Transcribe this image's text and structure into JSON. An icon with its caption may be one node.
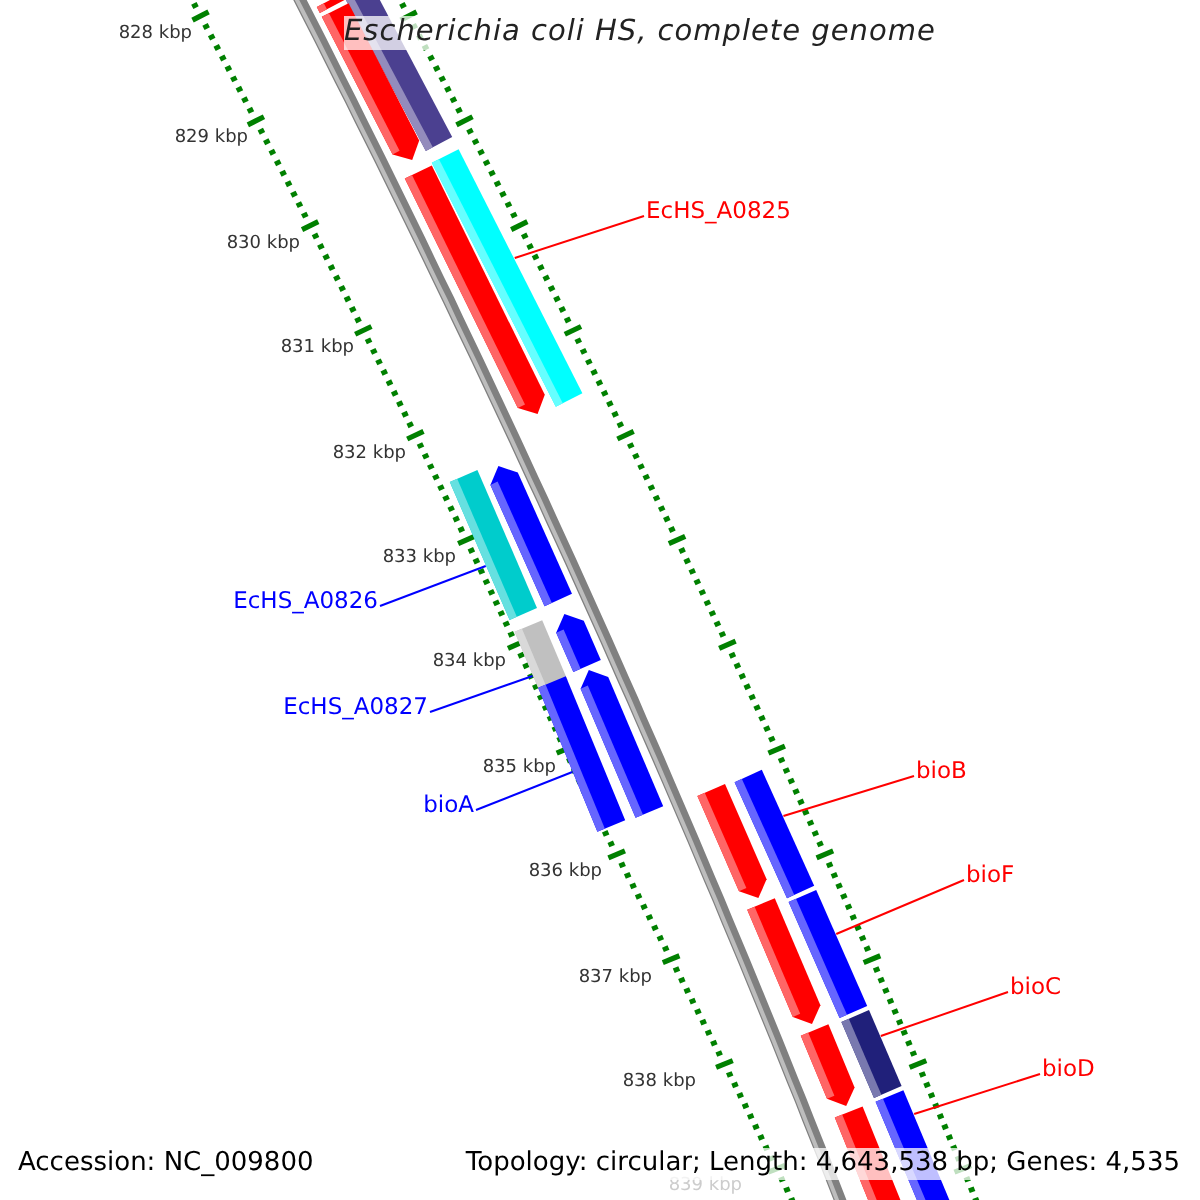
{
  "diagram": {
    "title": "Escherichia coli HS, complete genome",
    "nodes": [
      {
        "text": [],
        "shape": "bar"
      },
      {
        "text": [],
        "shape": "bar"
      },
      {
        "text": [],
        "shape": "bar"
      },
      {
        "text": [],
        "shape": "bar"
      },
      {
        "text": [],
        "shape": "bar"
      },
      {
        "text": [],
        "shape": "bar"
      },
      {
        "text": [],
        "shape": "bar"
      },
      {
        "text": [],
        "shape": "bar"
      },
      {
        "text": [],
        "shape": "bar"
      },
      {
        "text": [],
        "shape": "bar"
      },
      {
        "text": [],
        "shape": "bar"
      },
      {
        "text": [],
        "shape": "bar"
      },
      {
        "text": [],
        "shape": "bar"
      },
      {
        "text": [],
        "shape": "bar"
      },
      {
        "text": [],
        "shape": "bar"
      },
      {
        "text": [],
        "shape": "bar"
      },
      {
        "text": [],
        "shape": "bar"
      },
      {
        "text": [],
        "shape": "bar"
      },
      {
        "text": [],
        "shape": "bar"
      },
      {
        "text": [
          "EcHS_A0825"
        ]
      },
      {
        "text": [
          "EcHS_A0826"
        ]
      },
      {
        "text": [
          "EcHS_A0827"
        ]
      },
      {
        "text": [
          "bioA"
        ]
      },
      {
        "text": [
          "bioB"
        ]
      },
      {
        "text": [
          "bioF"
        ]
      },
      {
        "text": [
          "bioC"
        ]
      },
      {
        "text": [
          "bioD"
        ]
      }
    ],
    "edges": [
      {
        "from": 19,
        "to": 3,
        "arrow": "none"
      },
      {
        "from": 20,
        "to": 6,
        "arrow": "none",
        "color": "#0000ff"
      },
      {
        "from": 21,
        "to": 8,
        "arrow": "none",
        "color": "#0000ff"
      },
      {
        "from": 22,
        "to": 10,
        "arrow": "none",
        "color": "#0000ff"
      },
      {
        "from": 23,
        "to": 11,
        "arrow": "none"
      },
      {
        "from": 24,
        "to": 13,
        "arrow": "none"
      },
      {
        "from": 25,
        "to": 15,
        "arrow": "none"
      },
      {
        "from": 26,
        "to": 17,
        "arrow": "none"
      }
    ],
    "labels": [
      "828 kbp",
      "829 kbp",
      "830 kbp",
      "831 kbp",
      "832 kbp",
      "833 kbp",
      "834 kbp",
      "835 kbp",
      "836 kbp",
      "837 kbp",
      "838 kbp",
      "839 kbp",
      "Accession: NC_009800",
      "Topology: circular; Length: 4,643,538 bp; Genes: 4,535"
    ]
  }
}
